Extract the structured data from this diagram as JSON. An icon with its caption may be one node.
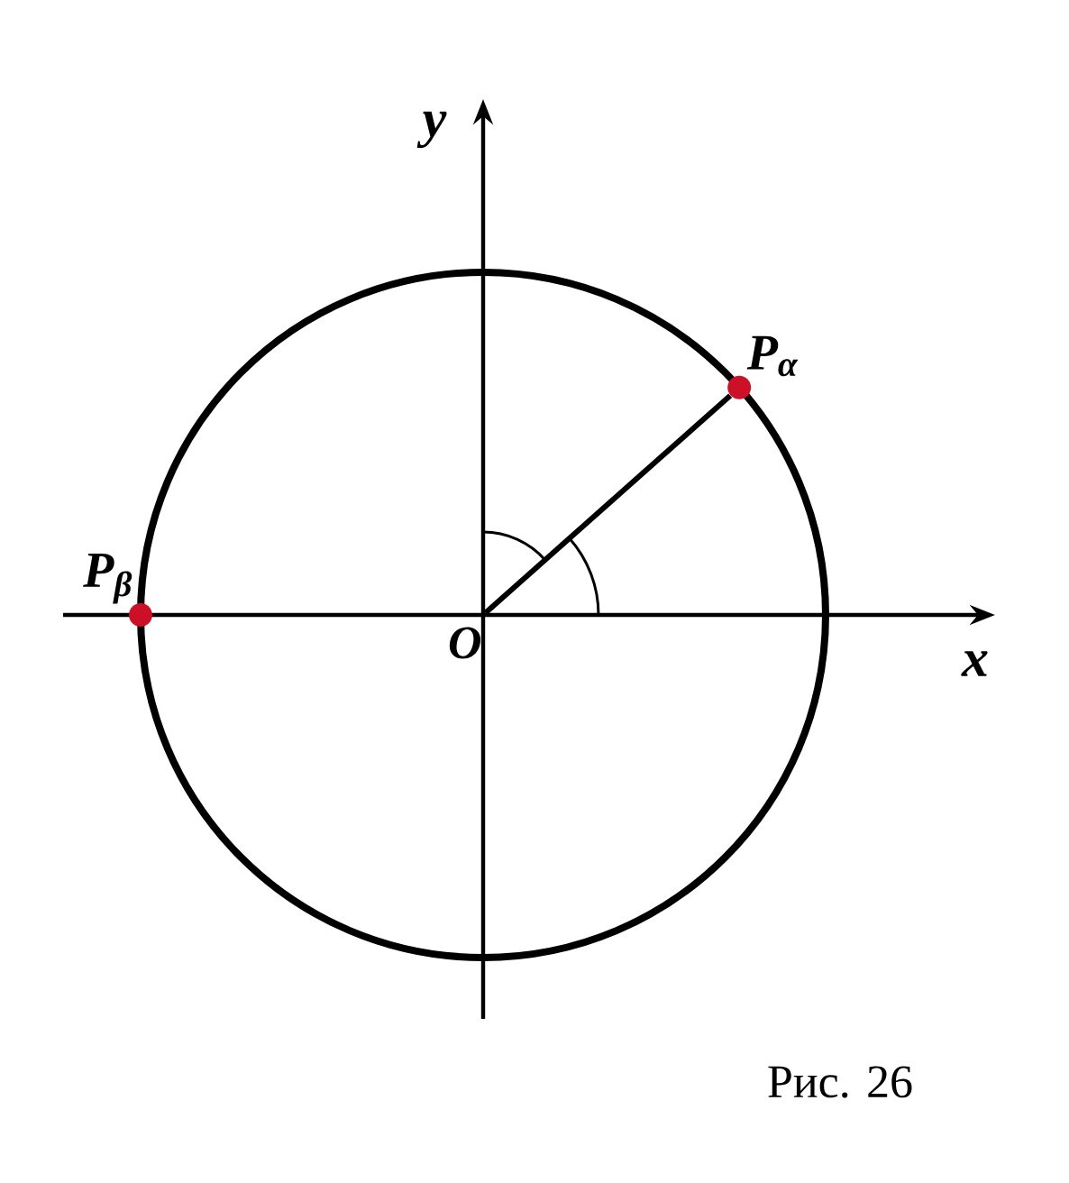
{
  "diagram": {
    "caption": "Рис. 26",
    "nodes": [
      {
        "text": [
          "O"
        ]
      },
      {
        "text": [
          "P$_{α}$"
        ]
      },
      {
        "text": [
          "P$_{β}$"
        ]
      }
    ],
    "edges": [
      {
        "from": 0,
        "to": 1,
        "arrow": "none"
      }
    ],
    "labels": [
      "y",
      "x"
    ]
  }
}
